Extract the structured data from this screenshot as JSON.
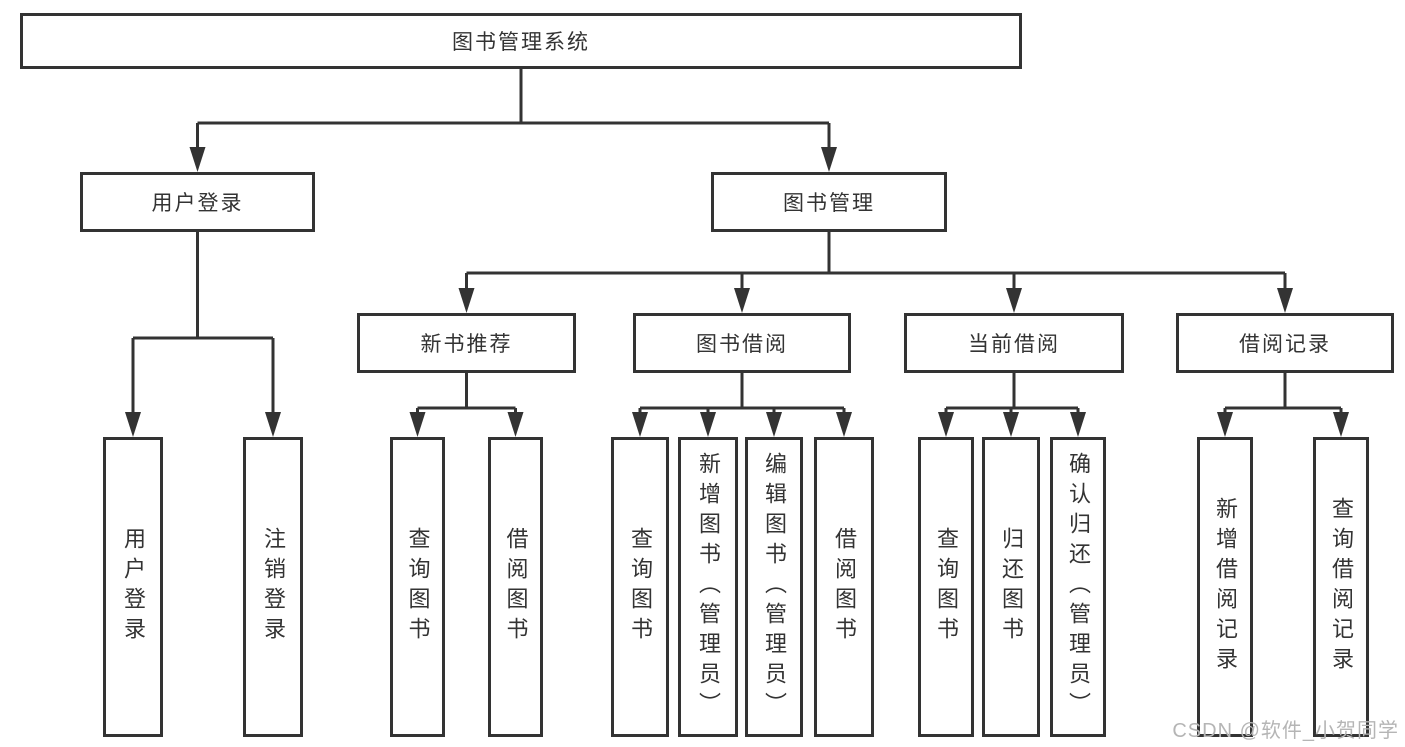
{
  "tree": {
    "label": "图书管理系统",
    "children": [
      {
        "label": "用户登录",
        "children": [
          {
            "label": "用户登录"
          },
          {
            "label": "注销登录"
          }
        ]
      },
      {
        "label": "图书管理",
        "children": [
          {
            "label": "新书推荐",
            "children": [
              {
                "label": "查询图书"
              },
              {
                "label": "借阅图书"
              }
            ]
          },
          {
            "label": "图书借阅",
            "children": [
              {
                "label": "查询图书"
              },
              {
                "label": "新增图书（管理员）"
              },
              {
                "label": "编辑图书（管理员）"
              },
              {
                "label": "借阅图书"
              }
            ]
          },
          {
            "label": "当前借阅",
            "children": [
              {
                "label": "查询图书"
              },
              {
                "label": "归还图书"
              },
              {
                "label": "确认归还（管理员）"
              }
            ]
          },
          {
            "label": "借阅记录",
            "children": [
              {
                "label": "新增借阅记录"
              },
              {
                "label": "查询借阅记录"
              }
            ]
          }
        ]
      }
    ]
  },
  "colors": {
    "line": "#333333",
    "text": "#333333",
    "background": "#ffffff",
    "watermark": "#b5b5b5"
  },
  "watermark": {
    "text": "CSDN @软件_小贺同学"
  }
}
